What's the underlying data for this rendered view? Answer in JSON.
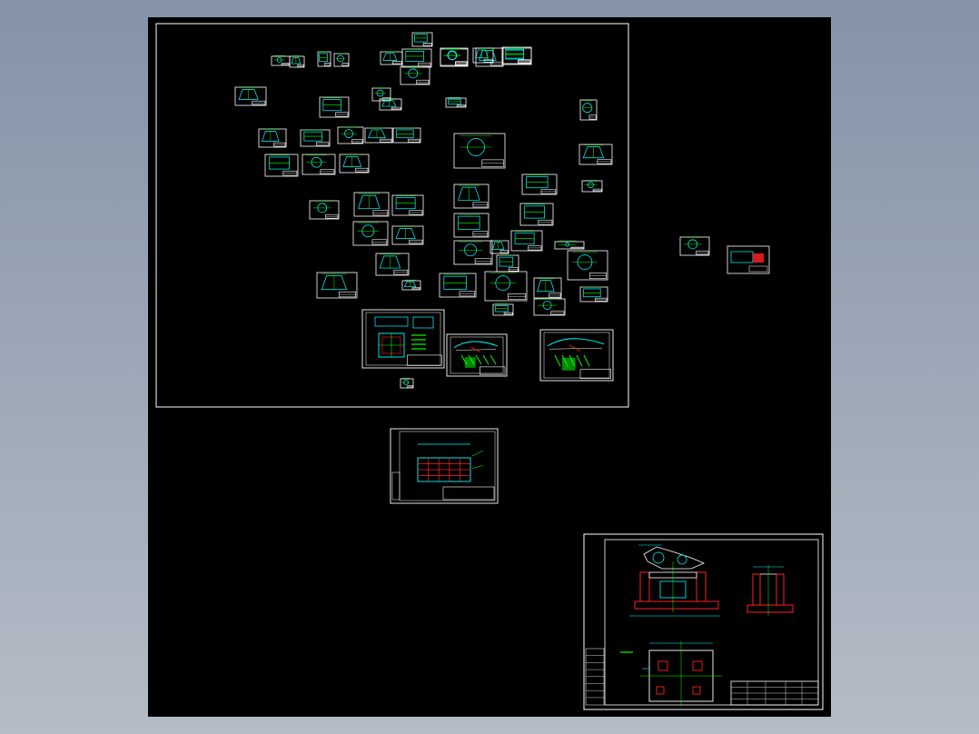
{
  "viewer": {
    "background_colors": [
      "#8493a8",
      "#b4bcc6"
    ],
    "canvas_color": "#000000"
  },
  "palette": {
    "frame": "#ffffff",
    "cyan": "#00ffff",
    "green": "#00ff00",
    "red": "#ff2020",
    "magenta": "#ff00ff",
    "yellow": "#ffff00"
  },
  "drawing": {
    "sheet_groups": [
      {
        "id": "main-sheet-collection",
        "sheet_count": 64
      },
      {
        "id": "side-sheets",
        "sheet_count": 2
      },
      {
        "id": "mid-sheet",
        "sheet_count": 1
      },
      {
        "id": "fixture-assembly-sheet",
        "sheet_count": 1
      }
    ],
    "text_annotations": []
  }
}
